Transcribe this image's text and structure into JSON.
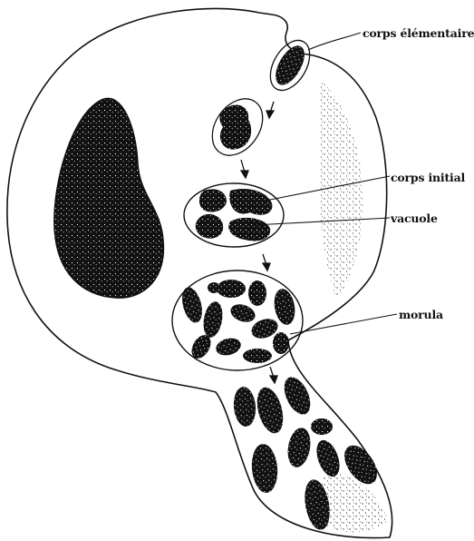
{
  "labels": {
    "elementary_body": "corps élémentaire",
    "initial_body": "corps initial",
    "vacuole": "vacuole",
    "morula": "morula"
  },
  "colors": {
    "ink": "#111111",
    "paper": "#ffffff"
  }
}
